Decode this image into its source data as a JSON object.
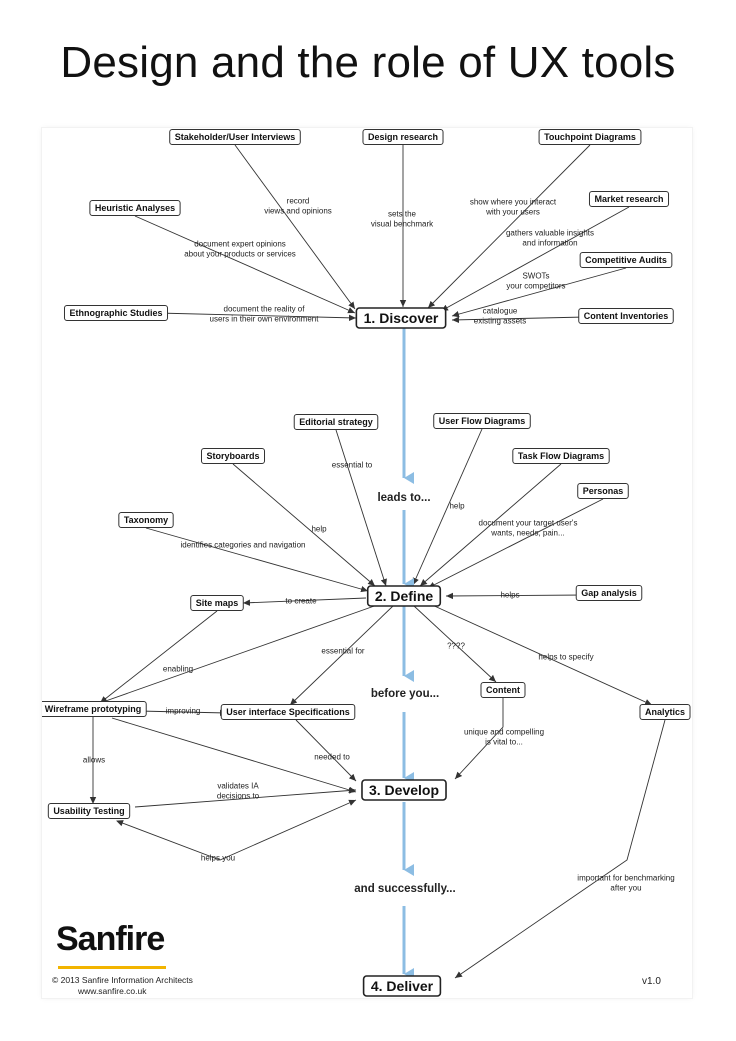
{
  "page": {
    "title": "Design and the role of UX tools"
  },
  "diagram": {
    "stages": [
      {
        "id": "discover",
        "label": "1. Discover"
      },
      {
        "id": "define",
        "label": "2. Define"
      },
      {
        "id": "develop",
        "label": "3. Develop"
      },
      {
        "id": "deliver",
        "label": "4. Deliver"
      }
    ],
    "flow_labels": [
      {
        "id": "leads",
        "text": "leads to..."
      },
      {
        "id": "before",
        "text": "before you..."
      },
      {
        "id": "success",
        "text": "and successfully..."
      }
    ],
    "nodes": [
      {
        "id": "stakeholder",
        "label": "Stakeholder/User Interviews"
      },
      {
        "id": "designresearch",
        "label": "Design research"
      },
      {
        "id": "touchpoint",
        "label": "Touchpoint Diagrams"
      },
      {
        "id": "heuristic",
        "label": "Heuristic Analyses"
      },
      {
        "id": "market",
        "label": "Market research"
      },
      {
        "id": "competitive",
        "label": "Competitive Audits"
      },
      {
        "id": "ethnographic",
        "label": "Ethnographic Studies"
      },
      {
        "id": "content_inv",
        "label": "Content Inventories"
      },
      {
        "id": "editorial",
        "label": "Editorial strategy"
      },
      {
        "id": "userflow",
        "label": "User Flow Diagrams"
      },
      {
        "id": "storyboards",
        "label": "Storyboards"
      },
      {
        "id": "taskflow",
        "label": "Task Flow Diagrams"
      },
      {
        "id": "personas",
        "label": "Personas"
      },
      {
        "id": "taxonomy",
        "label": "Taxonomy"
      },
      {
        "id": "sitemaps",
        "label": "Site maps"
      },
      {
        "id": "gap",
        "label": "Gap analysis"
      },
      {
        "id": "content",
        "label": "Content"
      },
      {
        "id": "wireframe",
        "label": "Wireframe prototyping"
      },
      {
        "id": "uispec",
        "label": "User interface Specifications"
      },
      {
        "id": "analytics",
        "label": "Analytics"
      },
      {
        "id": "usability",
        "label": "Usability Testing"
      }
    ],
    "edge_labels": [
      {
        "id": "record",
        "lines": [
          "record",
          "views and opinions"
        ]
      },
      {
        "id": "sets",
        "lines": [
          "sets the",
          "visual benchmark"
        ]
      },
      {
        "id": "showwhere",
        "lines": [
          "show where you interact",
          "with your users"
        ]
      },
      {
        "id": "gathers",
        "lines": [
          "gathers valuable insights",
          "and information"
        ]
      },
      {
        "id": "docexpert",
        "lines": [
          "document expert opinions",
          "about your products or services"
        ]
      },
      {
        "id": "swots",
        "lines": [
          "SWOTs",
          "your competitors"
        ]
      },
      {
        "id": "docreality",
        "lines": [
          "document the reality of",
          "users in their own environment"
        ]
      },
      {
        "id": "catalogue",
        "lines": [
          "catalogue",
          "existing assets"
        ]
      },
      {
        "id": "essential_to",
        "lines": [
          "essential to"
        ]
      },
      {
        "id": "help_story",
        "lines": [
          "help"
        ]
      },
      {
        "id": "help_flow",
        "lines": [
          "help"
        ]
      },
      {
        "id": "doctarget",
        "lines": [
          "document your target user's",
          "wants, needs, pain..."
        ]
      },
      {
        "id": "identifies",
        "lines": [
          "identifies categories and navigation"
        ]
      },
      {
        "id": "tocreate",
        "lines": [
          "to create"
        ]
      },
      {
        "id": "helps",
        "lines": [
          "helps"
        ]
      },
      {
        "id": "enabling",
        "lines": [
          "enabling"
        ]
      },
      {
        "id": "essential_for",
        "lines": [
          "essential for"
        ]
      },
      {
        "id": "qqqq",
        "lines": [
          "????"
        ]
      },
      {
        "id": "helpsspecify",
        "lines": [
          "helps to specify"
        ]
      },
      {
        "id": "improving",
        "lines": [
          "improving"
        ]
      },
      {
        "id": "allows",
        "lines": [
          "allows"
        ]
      },
      {
        "id": "neededto",
        "lines": [
          "needed to"
        ]
      },
      {
        "id": "unique",
        "lines": [
          "unique and compelling",
          "is vital to..."
        ]
      },
      {
        "id": "validates",
        "lines": [
          "validates IA",
          "decisions to"
        ]
      },
      {
        "id": "helpsyou",
        "lines": [
          "helps you"
        ]
      },
      {
        "id": "benchmark",
        "lines": [
          "important for benchmarking",
          "after you"
        ]
      }
    ]
  },
  "footer": {
    "logo_text": "Sanfire",
    "copyright": "© 2013 Sanfire Information Architects",
    "website": "www.sanfire.co.uk",
    "version": "v1.0"
  },
  "colors": {
    "flow_arrow": "#8cbde3",
    "logo_accent": "#f2b400"
  }
}
